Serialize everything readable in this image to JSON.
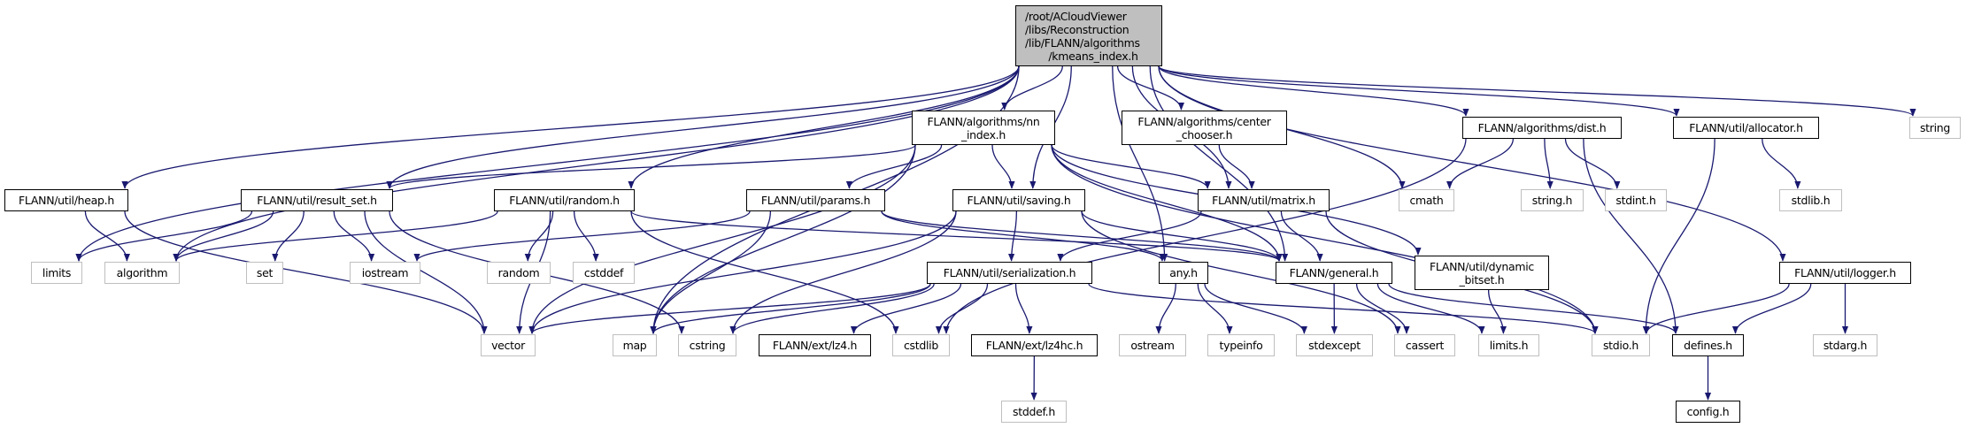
{
  "graph": {
    "edge_color": "#191970",
    "root_fill": "#bfbfbf",
    "nodes": [
      {
        "id": "root",
        "kind": "root",
        "lines": [
          "/root/ACloudViewer",
          "/libs/Reconstruction",
          "/lib/FLANN/algorithms",
          "/kmeans_index.h"
        ]
      },
      {
        "id": "nn_index",
        "kind": "doc",
        "lines": [
          "FLANN/algorithms/nn",
          "_index.h"
        ]
      },
      {
        "id": "center_chooser",
        "kind": "doc",
        "lines": [
          "FLANN/algorithms/center",
          "_chooser.h"
        ]
      },
      {
        "id": "dist",
        "kind": "doc",
        "lines": [
          "FLANN/algorithms/dist.h"
        ]
      },
      {
        "id": "allocator",
        "kind": "doc",
        "lines": [
          "FLANN/util/allocator.h"
        ]
      },
      {
        "id": "string",
        "kind": "sys",
        "lines": [
          "string"
        ]
      },
      {
        "id": "heap",
        "kind": "doc",
        "lines": [
          "FLANN/util/heap.h"
        ]
      },
      {
        "id": "result_set",
        "kind": "doc",
        "lines": [
          "FLANN/util/result_set.h"
        ]
      },
      {
        "id": "random_h",
        "kind": "doc",
        "lines": [
          "FLANN/util/random.h"
        ]
      },
      {
        "id": "params",
        "kind": "doc",
        "lines": [
          "FLANN/util/params.h"
        ]
      },
      {
        "id": "saving",
        "kind": "doc",
        "lines": [
          "FLANN/util/saving.h"
        ]
      },
      {
        "id": "matrix",
        "kind": "doc",
        "lines": [
          "FLANN/util/matrix.h"
        ]
      },
      {
        "id": "cmath",
        "kind": "sys",
        "lines": [
          "cmath"
        ]
      },
      {
        "id": "string_h",
        "kind": "sys",
        "lines": [
          "string.h"
        ]
      },
      {
        "id": "stdint_h",
        "kind": "sys",
        "lines": [
          "stdint.h"
        ]
      },
      {
        "id": "stdlib_h",
        "kind": "sys",
        "lines": [
          "stdlib.h"
        ]
      },
      {
        "id": "limits",
        "kind": "sys",
        "lines": [
          "limits"
        ]
      },
      {
        "id": "algorithm",
        "kind": "sys",
        "lines": [
          "algorithm"
        ]
      },
      {
        "id": "set",
        "kind": "sys",
        "lines": [
          "set"
        ]
      },
      {
        "id": "iostream",
        "kind": "sys",
        "lines": [
          "iostream"
        ]
      },
      {
        "id": "random",
        "kind": "sys",
        "lines": [
          "random"
        ]
      },
      {
        "id": "cstddef",
        "kind": "sys",
        "lines": [
          "cstddef"
        ]
      },
      {
        "id": "serialization",
        "kind": "doc",
        "lines": [
          "FLANN/util/serialization.h"
        ]
      },
      {
        "id": "any",
        "kind": "doc",
        "lines": [
          "any.h"
        ]
      },
      {
        "id": "general",
        "kind": "doc",
        "lines": [
          "FLANN/general.h"
        ]
      },
      {
        "id": "dynamic_bitset",
        "kind": "doc",
        "lines": [
          "FLANN/util/dynamic",
          "_bitset.h"
        ]
      },
      {
        "id": "logger",
        "kind": "doc",
        "lines": [
          "FLANN/util/logger.h"
        ]
      },
      {
        "id": "vector",
        "kind": "sys",
        "lines": [
          "vector"
        ]
      },
      {
        "id": "map",
        "kind": "sys",
        "lines": [
          "map"
        ]
      },
      {
        "id": "cstring",
        "kind": "sys",
        "lines": [
          "cstring"
        ]
      },
      {
        "id": "lz4",
        "kind": "doc",
        "lines": [
          "FLANN/ext/lz4.h"
        ]
      },
      {
        "id": "cstdlib",
        "kind": "sys",
        "lines": [
          "cstdlib"
        ]
      },
      {
        "id": "lz4hc",
        "kind": "doc",
        "lines": [
          "FLANN/ext/lz4hc.h"
        ]
      },
      {
        "id": "ostream",
        "kind": "sys",
        "lines": [
          "ostream"
        ]
      },
      {
        "id": "typeinfo",
        "kind": "sys",
        "lines": [
          "typeinfo"
        ]
      },
      {
        "id": "stdexcept",
        "kind": "sys",
        "lines": [
          "stdexcept"
        ]
      },
      {
        "id": "cassert",
        "kind": "sys",
        "lines": [
          "cassert"
        ]
      },
      {
        "id": "limits_h",
        "kind": "sys",
        "lines": [
          "limits.h"
        ]
      },
      {
        "id": "stdio_h",
        "kind": "sys",
        "lines": [
          "stdio.h"
        ]
      },
      {
        "id": "defines",
        "kind": "doc",
        "lines": [
          "defines.h"
        ]
      },
      {
        "id": "stdarg_h",
        "kind": "sys",
        "lines": [
          "stdarg.h"
        ]
      },
      {
        "id": "stddef_h",
        "kind": "sys",
        "lines": [
          "stddef.h"
        ]
      },
      {
        "id": "config",
        "kind": "doc",
        "lines": [
          "config.h"
        ]
      }
    ],
    "edges": [
      [
        "root",
        "heap"
      ],
      [
        "root",
        "limits"
      ],
      [
        "root",
        "algorithm"
      ],
      [
        "root",
        "result_set"
      ],
      [
        "root",
        "random_h"
      ],
      [
        "root",
        "map"
      ],
      [
        "root",
        "nn_index"
      ],
      [
        "root",
        "any"
      ],
      [
        "root",
        "saving"
      ],
      [
        "root",
        "center_chooser"
      ],
      [
        "root",
        "matrix"
      ],
      [
        "root",
        "general"
      ],
      [
        "root",
        "cmath"
      ],
      [
        "root",
        "dist"
      ],
      [
        "root",
        "allocator"
      ],
      [
        "root",
        "logger"
      ],
      [
        "root",
        "string"
      ],
      [
        "nn_index",
        "result_set"
      ],
      [
        "nn_index",
        "map"
      ],
      [
        "nn_index",
        "vector"
      ],
      [
        "nn_index",
        "params"
      ],
      [
        "nn_index",
        "saving"
      ],
      [
        "nn_index",
        "matrix"
      ],
      [
        "nn_index",
        "general"
      ],
      [
        "nn_index",
        "stdio_h"
      ],
      [
        "nn_index",
        "dynamic_bitset"
      ],
      [
        "center_chooser",
        "matrix"
      ],
      [
        "heap",
        "algorithm"
      ],
      [
        "heap",
        "vector"
      ],
      [
        "result_set",
        "limits"
      ],
      [
        "result_set",
        "algorithm"
      ],
      [
        "result_set",
        "set"
      ],
      [
        "result_set",
        "iostream"
      ],
      [
        "result_set",
        "vector"
      ],
      [
        "result_set",
        "cstring"
      ],
      [
        "random_h",
        "algorithm"
      ],
      [
        "random_h",
        "vector"
      ],
      [
        "random_h",
        "random"
      ],
      [
        "random_h",
        "cstddef"
      ],
      [
        "random_h",
        "cstdlib"
      ],
      [
        "random_h",
        "general"
      ],
      [
        "params",
        "iostream"
      ],
      [
        "params",
        "map"
      ],
      [
        "params",
        "general"
      ],
      [
        "params",
        "any"
      ],
      [
        "saving",
        "vector"
      ],
      [
        "saving",
        "cstring"
      ],
      [
        "saving",
        "serialization"
      ],
      [
        "saving",
        "general"
      ],
      [
        "saving",
        "cassert"
      ],
      [
        "matrix",
        "serialization"
      ],
      [
        "matrix",
        "general"
      ],
      [
        "matrix",
        "stdio_h"
      ],
      [
        "dist",
        "cmath"
      ],
      [
        "dist",
        "string_h"
      ],
      [
        "dist",
        "stdint_h"
      ],
      [
        "dist",
        "defines"
      ],
      [
        "dist",
        "cstdlib"
      ],
      [
        "allocator",
        "stdio_h"
      ],
      [
        "allocator",
        "stdlib_h"
      ],
      [
        "logger",
        "stdio_h"
      ],
      [
        "logger",
        "defines"
      ],
      [
        "logger",
        "stdarg_h"
      ],
      [
        "general",
        "stdexcept"
      ],
      [
        "general",
        "cassert"
      ],
      [
        "general",
        "limits_h"
      ],
      [
        "general",
        "defines"
      ],
      [
        "dynamic_bitset",
        "limits_h"
      ],
      [
        "serialization",
        "vector"
      ],
      [
        "serialization",
        "map"
      ],
      [
        "serialization",
        "cstring"
      ],
      [
        "serialization",
        "lz4"
      ],
      [
        "serialization",
        "cstdlib"
      ],
      [
        "serialization",
        "lz4hc"
      ],
      [
        "serialization",
        "stdio_h"
      ],
      [
        "any",
        "ostream"
      ],
      [
        "any",
        "typeinfo"
      ],
      [
        "any",
        "stdexcept"
      ],
      [
        "lz4hc",
        "stddef_h"
      ],
      [
        "defines",
        "config"
      ]
    ]
  }
}
